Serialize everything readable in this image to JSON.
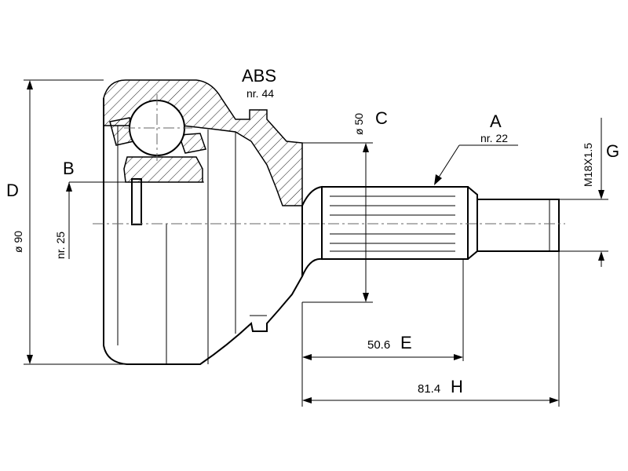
{
  "labels": {
    "abs": "ABS",
    "abs_nr": "nr. 44",
    "a": "A",
    "a_nr": "nr. 22",
    "b": "B",
    "b_nr": "nr. 25",
    "c": "C",
    "c_value": "ø 50",
    "d": "D",
    "d_value": "ø 90",
    "e": "E",
    "e_value": "50.6",
    "g": "G",
    "g_value": "M18X1.5",
    "h": "H",
    "h_value": "81.4"
  }
}
